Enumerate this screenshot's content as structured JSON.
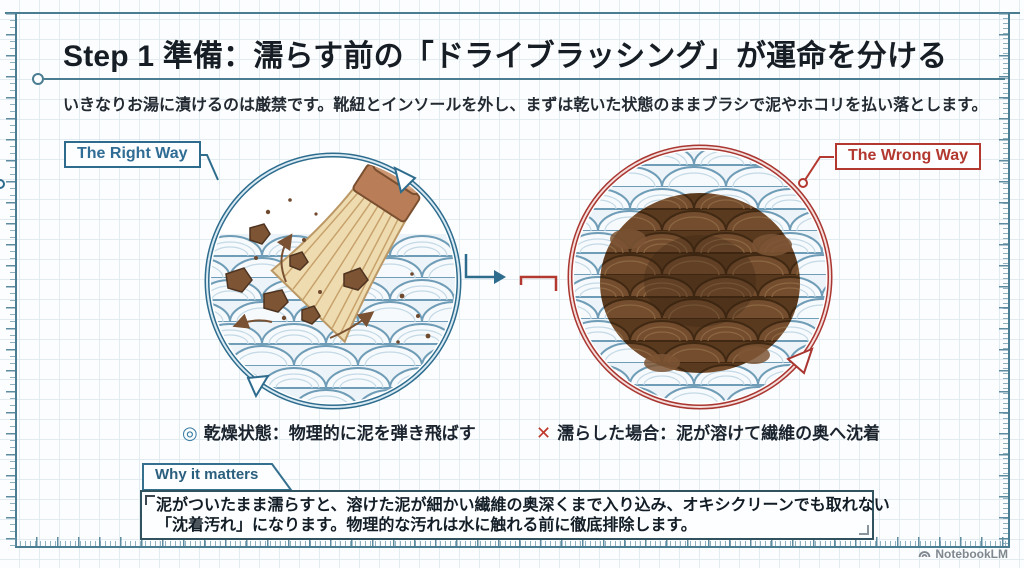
{
  "header": {
    "title": "Step 1 準備：濡らす前の「ドライブラッシング」が運命を分ける",
    "subtitle": "いきなりお湯に漬けるのは厳禁です。靴紐とインソールを外し、まずは乾いた状態のままブラシで泥やホコリを払い落とします。"
  },
  "figures": {
    "right_way": {
      "label": "The Right Way",
      "caption_mark": "◎",
      "caption": "乾燥状態：物理的に泥を弾き飛ばす"
    },
    "wrong_way": {
      "label": "The Wrong Way",
      "caption_mark": "✕",
      "caption": "濡らした場合：泥が溶けて繊維の奥へ沈着"
    }
  },
  "why_it_matters": {
    "label": "Why it matters",
    "body_line1": "泥がついたまま濡らすと、溶けた泥が細かい繊維の奥深くまで入り込み、オキシクリーンでも取れない",
    "body_line2": "「沈着汚れ」になります。物理的な汚れは水に触れる前に徹底排除します。"
  },
  "footer": {
    "brand": "NotebookLM"
  },
  "colors": {
    "accent_blue": "#2e6c8e",
    "accent_red": "#b23830",
    "frame_teal": "#4a7d92",
    "mud_brown": "#7a5334",
    "ink": "#171d24",
    "grid": "#e2ecf0"
  }
}
